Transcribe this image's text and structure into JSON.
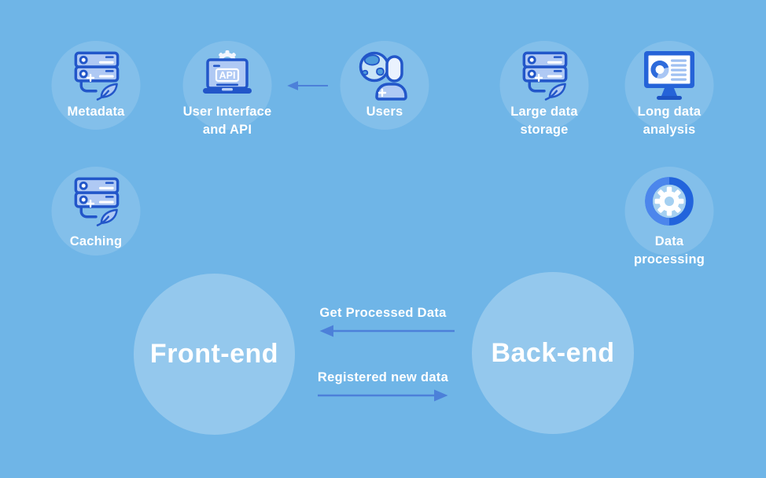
{
  "canvas": {
    "background_color": "#6FB5E7",
    "node_circle_color": "rgba(255,255,255,0.14)",
    "hub_circle_color": "rgba(255,255,255,0.26)",
    "text_color": "#FFFFFF",
    "arrow_color": "#4C80D9",
    "icon_outline_blue": "#2256C9",
    "icon_fill_light_blue": "#AFC9F4",
    "icon_monitor_blue": "#2563D8",
    "gear_ring_dark_blue": "#2264DC",
    "gear_ring_light_blue": "#4C86EC"
  },
  "nodes": {
    "metadata": {
      "label": "Metadata",
      "icon": "server-leaf-icon"
    },
    "ui_api": {
      "label_line1": "User Interface",
      "label_line2": "and API",
      "icon": "laptop-api-icon",
      "icon_text": "API"
    },
    "users": {
      "label": "Users",
      "icon": "globe-person-icon"
    },
    "large_storage": {
      "label_line1": "Large data",
      "label_line2": "storage",
      "icon": "server-leaf-icon"
    },
    "analysis": {
      "label_line1": "Long data",
      "label_line2": "analysis",
      "icon": "monitor-chart-icon"
    },
    "caching": {
      "label": "Caching",
      "icon": "server-leaf-icon"
    },
    "processing": {
      "label_line1": "Data",
      "label_line2": "processing",
      "icon": "gear-ring-icon"
    }
  },
  "hubs": {
    "frontend": {
      "label": "Front-end"
    },
    "backend": {
      "label": "Back-end"
    }
  },
  "flows": {
    "users_to_ui": {
      "from": "Users",
      "to": "User Interface and API",
      "label": ""
    },
    "get_processed_data": {
      "from": "Back-end",
      "to": "Front-end",
      "label": "Get Processed Data"
    },
    "registered_new_data": {
      "from": "Front-end",
      "to": "Back-end",
      "label": "Registered new data"
    }
  }
}
